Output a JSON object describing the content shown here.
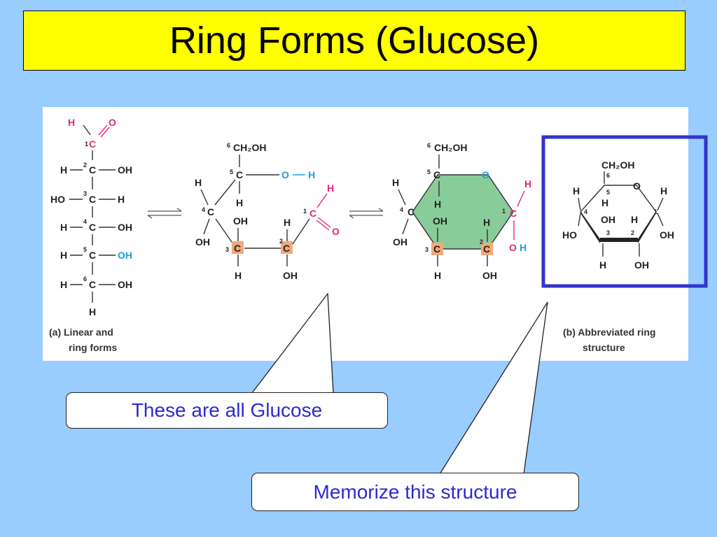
{
  "slide": {
    "title": "Ring Forms (Glucose)",
    "colors": {
      "background": "#99ccff",
      "title_box": "#ffff00",
      "highlight_box": "#3333cc",
      "callout_text": "#2b2bd0",
      "ring_fill": "#88cc99",
      "carbonyl": "#e0287e",
      "hydroxyl_cyan": "#1aa0d8"
    }
  },
  "figure": {
    "caption_a_line1": "(a) Linear and",
    "caption_a_line2": "ring forms",
    "caption_b_line1": "(b) Abbreviated ring",
    "caption_b_line2": "structure",
    "atoms": {
      "C": "C",
      "H": "H",
      "O": "O",
      "OH": "OH",
      "HO": "HO",
      "CH2OH": "CH₂OH",
      "CH": "CH",
      "two": "2",
      "n1": "1",
      "n2": "2",
      "n3": "3",
      "n4": "4",
      "n5": "5",
      "n6": "6"
    }
  },
  "callouts": {
    "all_glucose": "These are all Glucose",
    "memorize": "Memorize this structure"
  }
}
